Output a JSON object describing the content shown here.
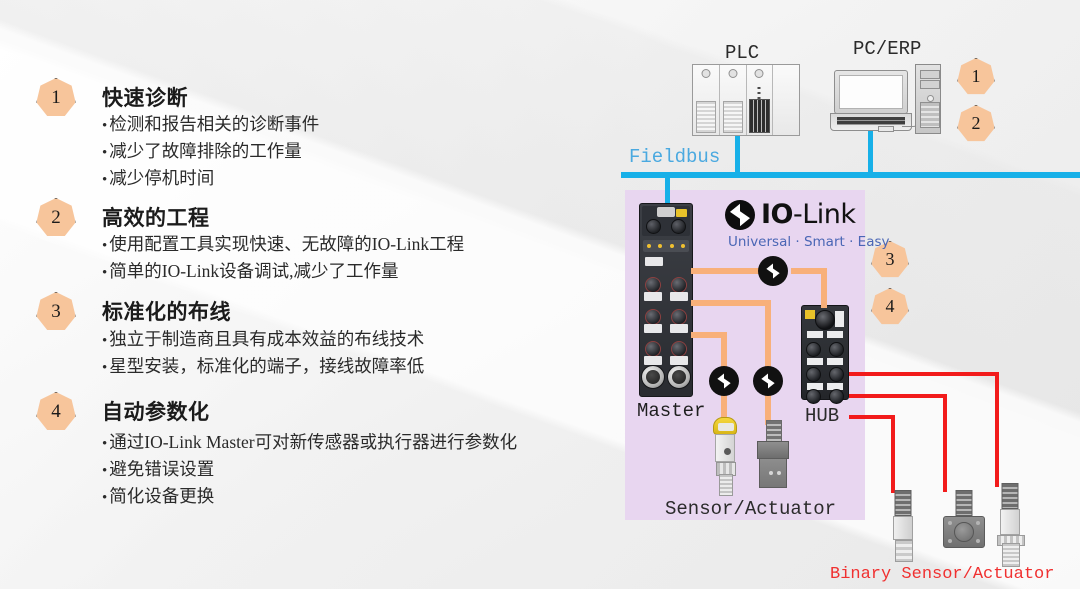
{
  "benefits": [
    {
      "number": "1",
      "title": "快速诊断",
      "bullets": [
        "检测和报告相关的诊断事件",
        "减少了故障排除的工作量",
        "减少停机时间"
      ]
    },
    {
      "number": "2",
      "title": "高效的工程",
      "bullets": [
        "使用配置工具实现快速、无故障的IO-Link工程",
        "简单的IO-Link设备调试,减少了工作量"
      ]
    },
    {
      "number": "3",
      "title": "标准化的布线",
      "bullets": [
        "独立于制造商且具有成本效益的布线技术",
        "星型安装，标准化的端子，接线故障率低"
      ]
    },
    {
      "number": "4",
      "title": "自动参数化",
      "bullets": [
        "通过IO-Link Master可对新传感器或执行器进行参数化",
        "避免错误设置",
        "简化设备更换"
      ]
    }
  ],
  "diagram": {
    "plc_label": "PLC",
    "pc_label": "PC/ERP",
    "fieldbus_label": "Fieldbus",
    "master_label": "Master",
    "hub_label": "HUB",
    "sensor_actuator_label": "Sensor/Actuator",
    "binary_label": "Binary Sensor/Actuator",
    "brand": {
      "name_bold": "IO",
      "name_rest": "-Link",
      "tagline": "Universal · Smart · Easy"
    },
    "callouts": [
      "1",
      "2",
      "3",
      "4"
    ]
  },
  "colors": {
    "badge_fill": "#f7c59b",
    "badge_stroke": "#5a4430",
    "panel_purple": "#e8d6f0",
    "fieldbus_blue": "#17b0e8",
    "iolink_orange": "#f8b07a",
    "binary_red": "#f21b1b",
    "brand_tagline_blue": "#4a66b5"
  }
}
